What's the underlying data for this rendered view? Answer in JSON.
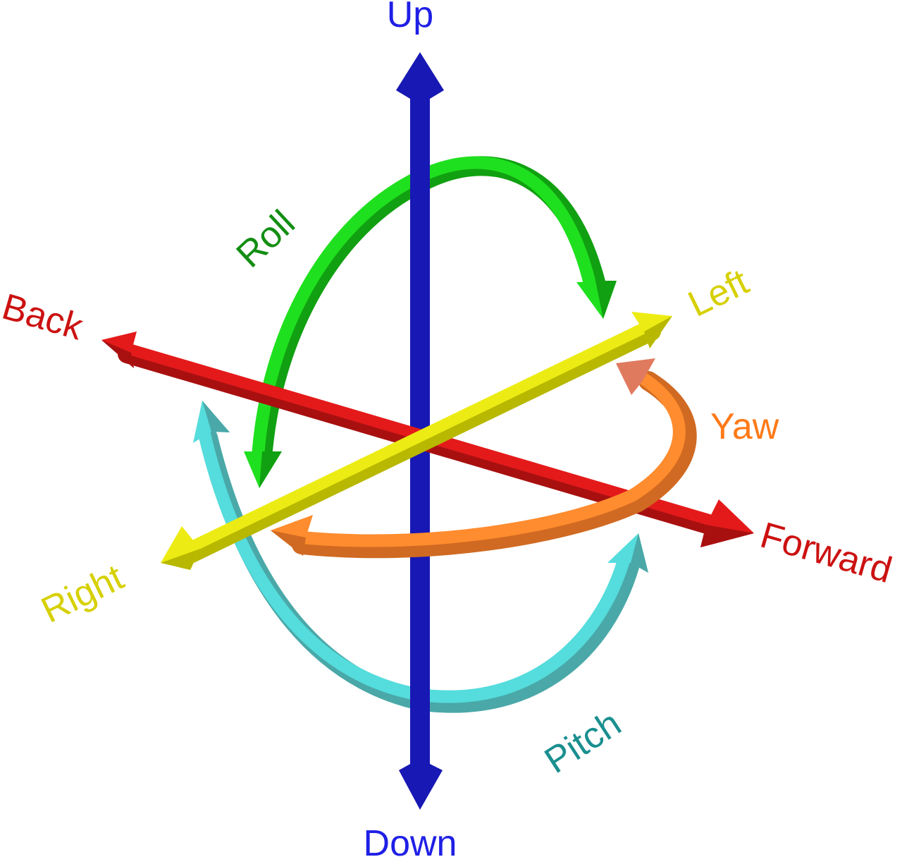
{
  "labels": {
    "up": "Up",
    "down": "Down",
    "back": "Back",
    "forward": "Forward",
    "left": "Left",
    "right": "Right",
    "roll": "Roll",
    "yaw": "Yaw",
    "pitch": "Pitch"
  },
  "colors": {
    "vertical_axis": "#1818b4",
    "vertical_text": "#1f1fe6",
    "longitudinal_axis": "#e41a1a",
    "longitudinal_shadow": "#a81010",
    "longitudinal_text": "#cc1111",
    "lateral_axis": "#ecec14",
    "lateral_shadow": "#b8b800",
    "lateral_text": "#d6d000",
    "roll_arc": "#1fe01f",
    "roll_shadow": "#11a011",
    "roll_text": "#138e13",
    "yaw_arc": "#ff8c2e",
    "yaw_shadow": "#d06a22",
    "yaw_text": "#ff7a18",
    "pitch_arc": "#55dcdc",
    "pitch_shadow": "#4aa8a8",
    "pitch_text": "#1a8f8f"
  }
}
